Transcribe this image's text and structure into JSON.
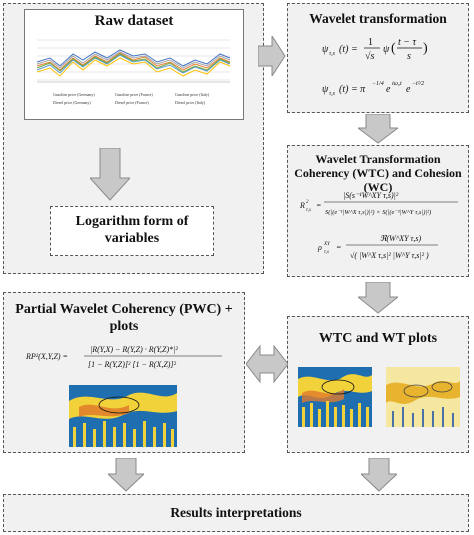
{
  "nodes": {
    "raw_dataset": {
      "title": "Raw dataset",
      "legend": [
        "Gasoline price (Germany)",
        "Gasoline price (France)",
        "Gasoline price (Italy)",
        "Diesel price (Germany)",
        "Diesel price (France)",
        "Diesel price (Italy)"
      ]
    },
    "logarithm": {
      "title": "Logarithm form of variables"
    },
    "wavelet_transformation": {
      "title": "Wavelet transformation",
      "eq1": "ψτ,s(t) = (1/√s) ψ((t − τ)/s)",
      "eq2": "ψτ,s(t) = π^(−1/4) e^(i ω0 t) e^(−t²/2)"
    },
    "wtc_wc": {
      "title": "Wavelet Transformation Coherency (WTC) and Cohesion (WC)",
      "eq1": "R²τ,s = |S(s⁻¹ W^XY τ,s)|² / ( S(|(e⁻¹|W^X τ,s|)|²) × S(|(e⁻¹|W^Y τ,s|)|²) )",
      "eq2": "ρ^XY τ,s = ℜ(W^XY τ,s) / √( |W^X τ,s|² |W^Y τ,s|² )"
    },
    "pwc": {
      "title": "Partial Wavelet Coherency (PWC) + plots",
      "eq": "RP²(X,Y,Z) = |R(Y,X) − R(Y,Z)·R(Y,Z)*|² / ( [1 − R(Y,Z)]² [1 − R(X,Z)]² )"
    },
    "wtc_plots": {
      "title": "WTC and WT plots"
    },
    "results": {
      "title": "Results interpretations"
    }
  },
  "colors": {
    "box_fill": "#f1f1f1",
    "arrow_fill": "#c8c8c8",
    "arrow_stroke": "#8a8a8a"
  }
}
